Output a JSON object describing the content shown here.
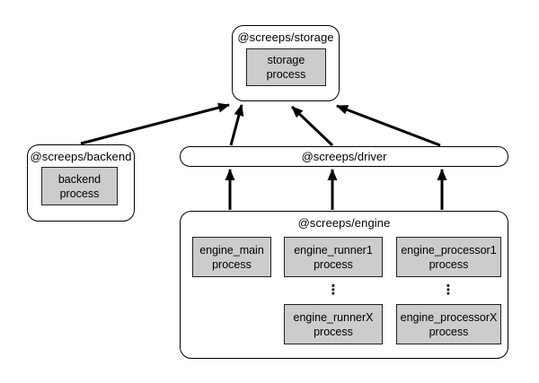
{
  "colors": {
    "background": "#ffffff",
    "container_fill": "#ffffff",
    "container_border": "#000000",
    "process_box_fill": "#cccccc",
    "process_box_border": "#1f1f1f",
    "arrow": "#000000",
    "text": "#000000"
  },
  "nodes": {
    "storage": {
      "label": "@screeps/storage",
      "process": {
        "name": "storage",
        "type": "process"
      }
    },
    "backend": {
      "label": "@screeps/backend",
      "process": {
        "name": "backend",
        "type": "process"
      }
    },
    "driver": {
      "label": "@screeps/driver"
    },
    "engine": {
      "label": "@screeps/engine",
      "processes": [
        {
          "name": "engine_main",
          "type": "process"
        },
        {
          "name": "engine_runner1",
          "type": "process"
        },
        {
          "name": "engine_runnerX",
          "type": "process"
        },
        {
          "name": "engine_processor1",
          "type": "process"
        },
        {
          "name": "engine_processorX",
          "type": "process"
        }
      ]
    }
  },
  "icons": {
    "vertical_ellipsis": "⋮"
  },
  "edges": [
    {
      "from": "@screeps/backend",
      "to": "@screeps/storage"
    },
    {
      "from": "@screeps/driver",
      "to": "@screeps/storage"
    },
    {
      "from": "@screeps/driver",
      "to": "@screeps/storage"
    },
    {
      "from": "@screeps/driver",
      "to": "@screeps/storage"
    },
    {
      "from": "@screeps/engine",
      "to": "@screeps/driver"
    },
    {
      "from": "@screeps/engine",
      "to": "@screeps/driver"
    },
    {
      "from": "@screeps/engine",
      "to": "@screeps/driver"
    }
  ]
}
